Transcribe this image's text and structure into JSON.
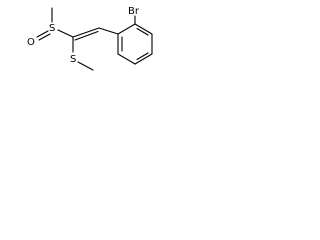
{
  "molecule": {
    "atoms": {
      "bromine": "Br",
      "sulfoxide_sulfur": "S",
      "sulfoxide_oxygen": "O",
      "thioether_sulfur": "S"
    }
  }
}
